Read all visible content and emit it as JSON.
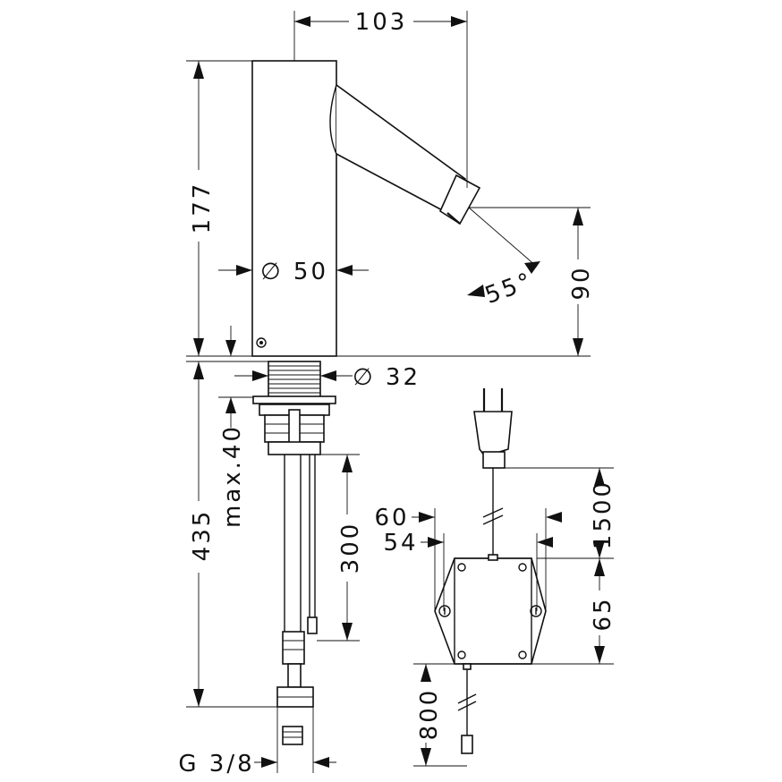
{
  "dimensions": {
    "spout_reach": "103",
    "height_total": "177",
    "body_diameter": "∅ 50",
    "spout_height": "90",
    "spout_angle": "55°",
    "thread_diameter": "∅ 32",
    "below_counter_length": "435",
    "max_counter_thickness": "max.40",
    "hose_length": "300",
    "box_width_outer": "60",
    "box_width_inner": "54",
    "power_cable": "1500",
    "box_height": "65",
    "sensor_cable": "800",
    "connection_thread": "G 3/8"
  }
}
